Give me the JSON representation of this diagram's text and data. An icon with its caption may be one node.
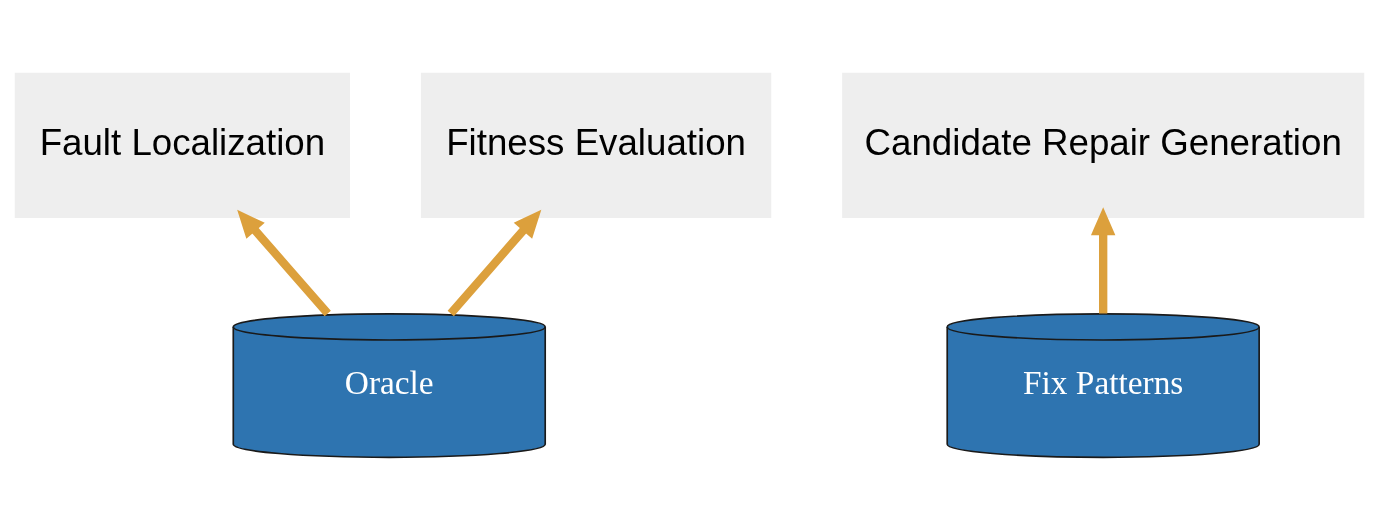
{
  "diagram": {
    "nodes": [
      {
        "text": [
          "Fault Localization"
        ]
      },
      {
        "text": [
          "Candidate Repair Generation"
        ]
      },
      {
        "text": [
          "Fitness Evaluation"
        ]
      },
      {
        "text": [
          "Oracle"
        ]
      },
      {
        "text": [
          "Fix Patterns"
        ]
      }
    ],
    "edges": [
      {
        "from": 3,
        "to": 0,
        "arrow": "to"
      },
      {
        "from": 3,
        "to": 2,
        "arrow": "to"
      },
      {
        "from": 4,
        "to": 1,
        "arrow": "to"
      }
    ]
  }
}
